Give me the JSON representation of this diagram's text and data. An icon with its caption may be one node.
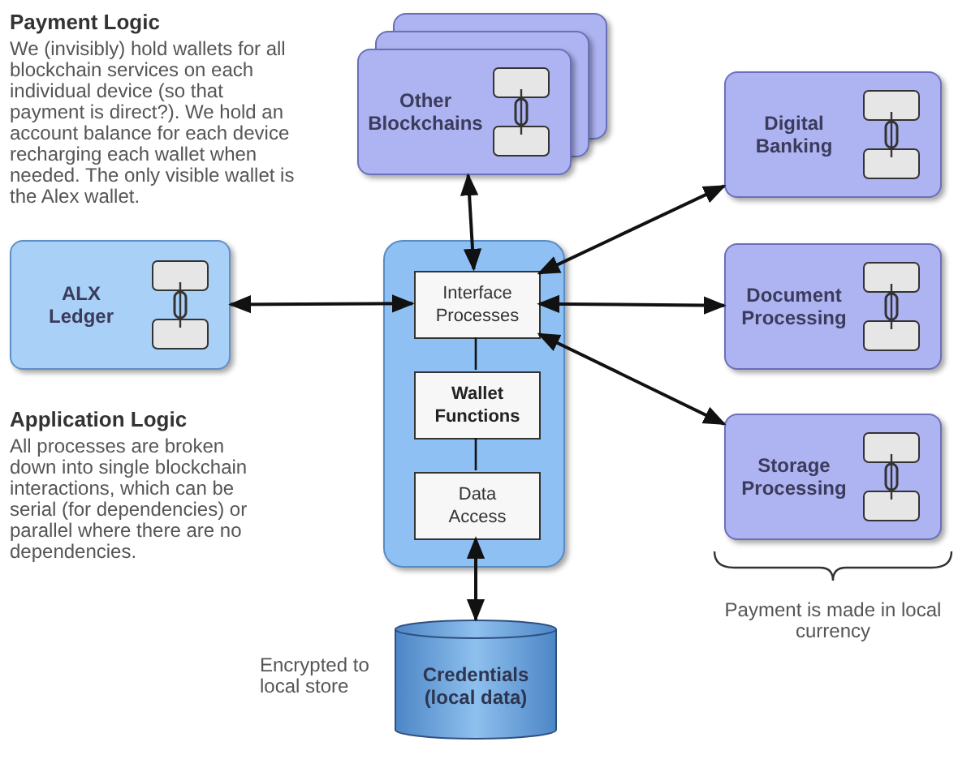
{
  "diagram": {
    "nodes": [
      {
        "text": [
          "Other Blockchains"
        ]
      },
      {
        "text": [
          "ALX Ledger"
        ]
      },
      {
        "text": [
          "Digital Banking"
        ]
      },
      {
        "text": [
          "Document Processing"
        ]
      },
      {
        "text": [
          "Storage Processing"
        ]
      },
      {
        "text": [],
        "shape": "box"
      },
      {
        "text": [
          "Interface Processes"
        ],
        "in": 5
      },
      {
        "text": [
          "Wallet Functions"
        ],
        "in": 5
      },
      {
        "text": [
          "Data Access"
        ],
        "in": 5
      },
      {
        "text": [
          "Credentials (local data)"
        ],
        "beside": [
          "Encrypted to local store"
        ]
      }
    ],
    "edges": [
      {
        "from": 0,
        "to": 6,
        "arrow": "both"
      },
      {
        "from": 1,
        "to": 6,
        "arrow": "both"
      },
      {
        "from": 6,
        "to": 2,
        "arrow": "both"
      },
      {
        "from": 6,
        "to": 3,
        "arrow": "both"
      },
      {
        "from": 6,
        "to": 4,
        "arrow": "both"
      },
      {
        "from": 6,
        "to": 7,
        "arrow": "none"
      },
      {
        "from": 7,
        "to": 8,
        "arrow": "none"
      },
      {
        "from": 8,
        "to": 9,
        "arrow": "both"
      }
    ],
    "labels": [
      "Payment Logic",
      "We (invisibly) hold wallets for all blockchain services on each individual device (so that payment is direct?). We hold an account balance for each device recharging each wallet when needed. The only visible wallet is the Alex wallet.",
      "Application Logic",
      "All processes are broken down into single blockchain interactions, which can be serial (for dependencies) or parallel where there are no dependencies.",
      "Payment is made in local currency"
    ]
  }
}
